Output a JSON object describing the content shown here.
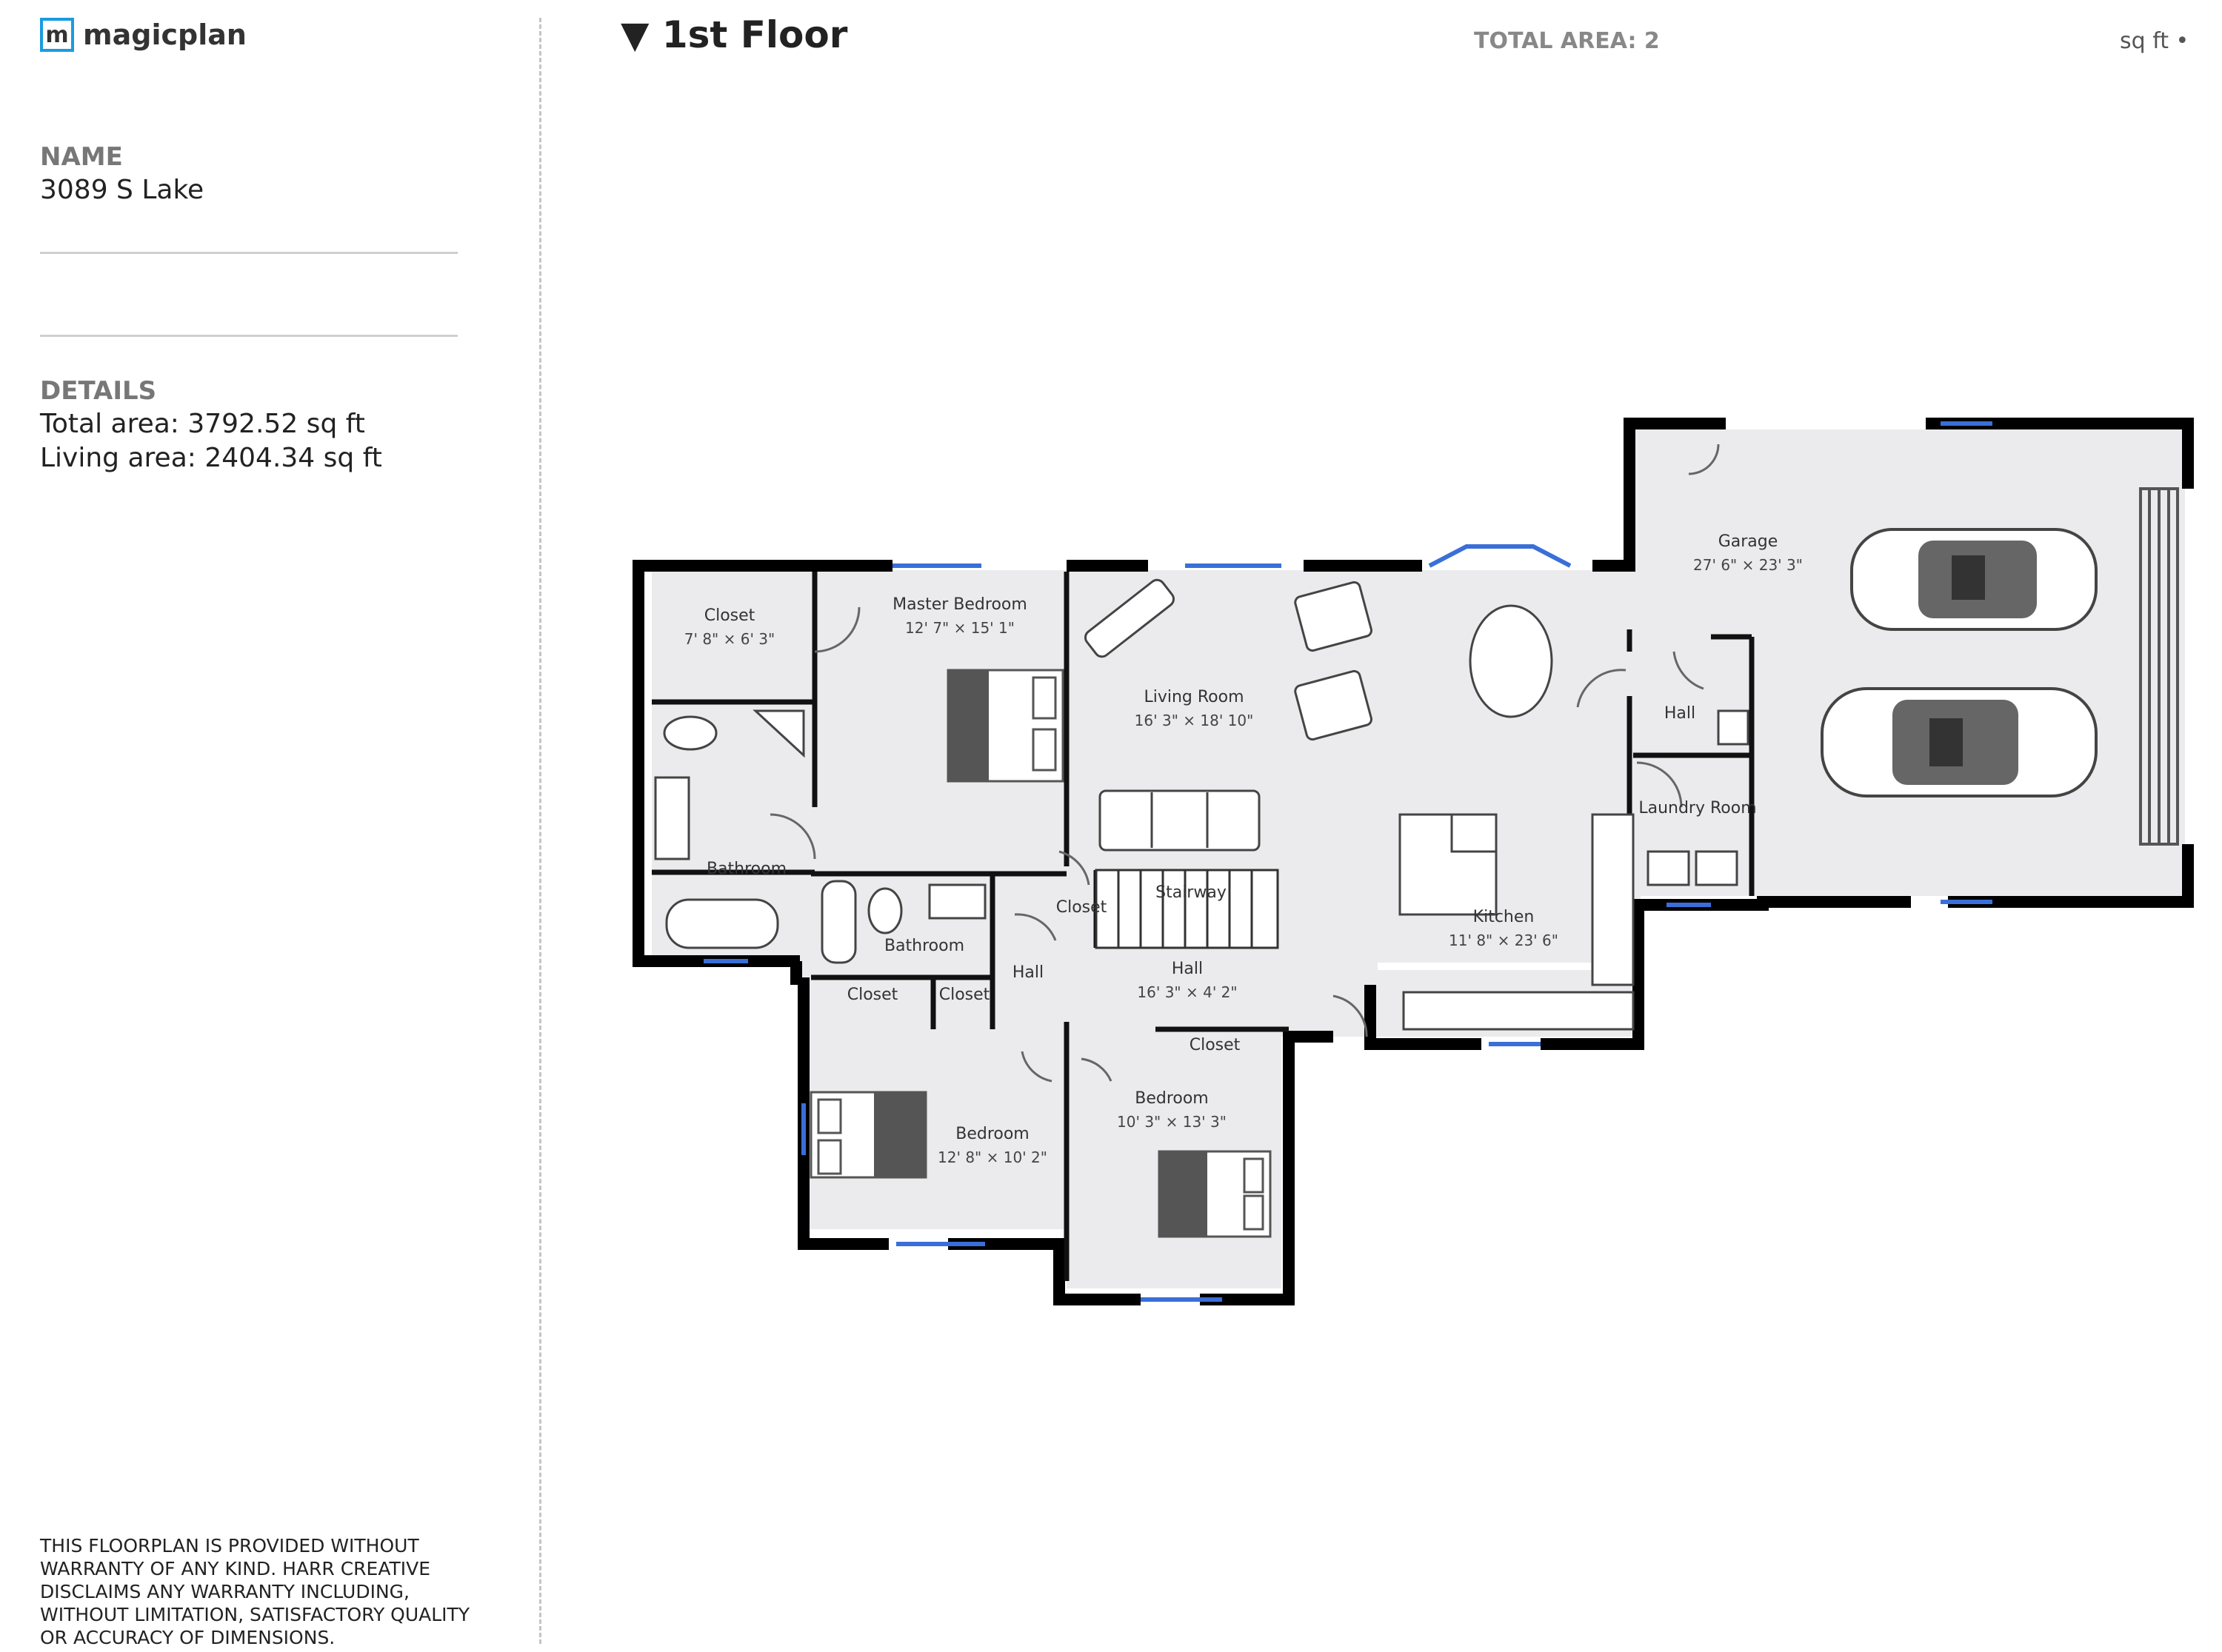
{
  "brand": {
    "logo_letter": "m",
    "name": "magicplan"
  },
  "sidebar": {
    "name_label": "NAME",
    "name_value": "3089 S Lake",
    "details_label": "DETAILS",
    "total_area": "Total area: 3792.52 sq ft",
    "living_area": "Living area: 2404.34 sq ft",
    "disclaimer": "THIS FLOORPLAN IS PROVIDED WITHOUT WARRANTY OF ANY KIND. HARR CREATIVE DISCLAIMS ANY WARRANTY INCLUDING, WITHOUT LIMITATION, SATISFACTORY QUALITY OR ACCURACY OF DIMENSIONS."
  },
  "header": {
    "floor_title": "▼ 1st Floor",
    "total_area": "TOTAL AREA: 2",
    "unit": "sq ft •"
  },
  "rooms": {
    "closet_top": {
      "name": "Closet",
      "dims": "7' 8\" × 6' 3\""
    },
    "master": {
      "name": "Master Bedroom",
      "dims": "12' 7\" × 15' 1\""
    },
    "living": {
      "name": "Living Room",
      "dims": "16' 3\" × 18' 10\""
    },
    "garage": {
      "name": "Garage",
      "dims": "27' 6\" × 23' 3\""
    },
    "hall_right": {
      "name": "Hall"
    },
    "laundry": {
      "name": "Laundry Room"
    },
    "bathroom_left": {
      "name": "Bathroom"
    },
    "bathroom_mid": {
      "name": "Bathroom"
    },
    "closet_mid": {
      "name": "Closet"
    },
    "stairway": {
      "name": "Stairway"
    },
    "kitchen": {
      "name": "Kitchen",
      "dims": "11' 8\" × 23' 6\""
    },
    "hall_center": {
      "name": "Hall",
      "dims": "16' 3\" × 4' 2\""
    },
    "hall_small": {
      "name": "Hall"
    },
    "closet_b1": {
      "name": "Closet"
    },
    "closet_b2": {
      "name": "Closet"
    },
    "closet_b3": {
      "name": "Closet"
    },
    "bedroom_left": {
      "name": "Bedroom",
      "dims": "12' 8\" × 10' 2\""
    },
    "bedroom_right": {
      "name": "Bedroom",
      "dims": "10' 3\" × 13' 3\""
    }
  }
}
